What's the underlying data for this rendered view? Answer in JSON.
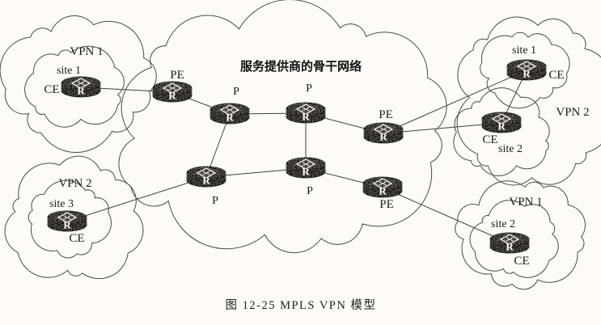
{
  "figure": {
    "backbone_title": "服务提供商的骨干网络",
    "caption": "图 12-25  MPLS VPN 模型",
    "router_letter": "R"
  },
  "backbone": {
    "pe_left_label": "PE",
    "p_top_left_label": "P",
    "p_top_right_label": "P",
    "p_bottom_left_label": "P",
    "p_bottom_right_label": "P",
    "pe_right_top_label": "PE",
    "pe_right_bottom_label": "PE"
  },
  "vpn_clouds": {
    "top_left": {
      "vpn_label": "VPN 1",
      "site_label": "site 1",
      "ce_label": "CE"
    },
    "bottom_left": {
      "vpn_label": "VPN 2",
      "site_label": "site 3",
      "ce_label": "CE"
    },
    "top_right": {
      "vpn_label": "VPN 2",
      "site1_label": "site 1",
      "site1_ce_label": "CE",
      "site2_label": "site 2",
      "site2_ce_label": "CE"
    },
    "bottom_right": {
      "vpn_label": "VPN 1",
      "site_label": "site 2",
      "ce_label": "CE"
    }
  }
}
